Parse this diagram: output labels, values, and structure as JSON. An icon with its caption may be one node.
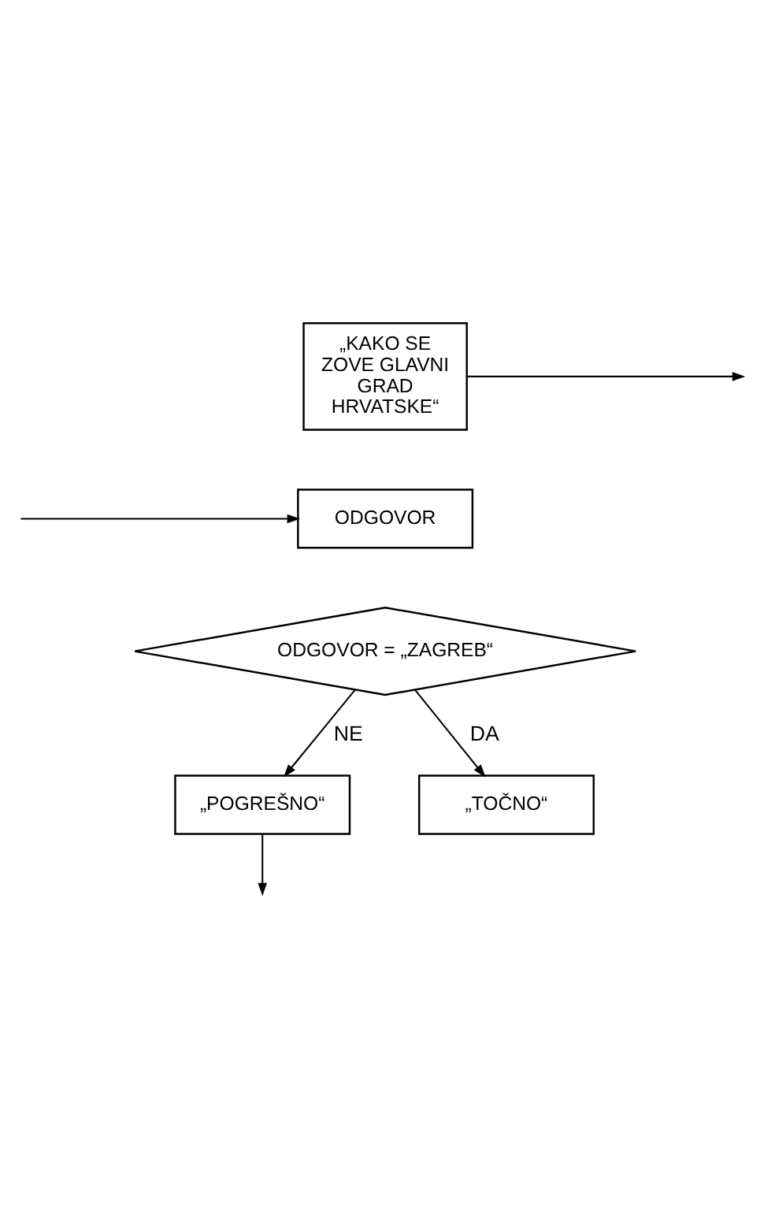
{
  "diagram": {
    "nodes": [
      {
        "text": [
          "„KAKO SE ZOVE GLAVNI GRAD HRVATSKE“"
        ]
      },
      {
        "text": [
          "ODGOVOR"
        ]
      },
      {
        "text": [
          "ODGOVOR = „ZAGREB“"
        ]
      },
      {
        "text": [
          "„POGREŠNO“"
        ]
      },
      {
        "text": [
          "„TOČNO“"
        ]
      }
    ],
    "edges": [
      {
        "from": 0,
        "to": null,
        "arrow": "to"
      },
      {
        "from": null,
        "to": 1,
        "arrow": "to"
      },
      {
        "from": 2,
        "to": 4,
        "arrow": "to",
        "label": "DA"
      },
      {
        "from": 2,
        "to": 3,
        "arrow": "to",
        "label": "NE"
      },
      {
        "from": 3,
        "to": null,
        "arrow": "to"
      }
    ]
  }
}
